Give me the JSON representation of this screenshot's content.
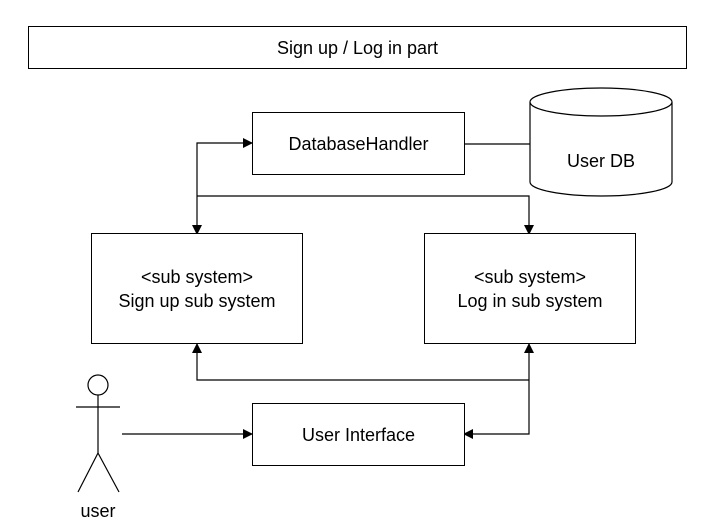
{
  "title": "Sign up / Log in part",
  "database_handler": "DatabaseHandler",
  "user_db": "User DB",
  "signup": {
    "stereotype": "<sub system>",
    "name": "Sign up sub system"
  },
  "login": {
    "stereotype": "<sub system>",
    "name": "Log in sub system"
  },
  "user_interface": "User Interface",
  "actor": "user"
}
